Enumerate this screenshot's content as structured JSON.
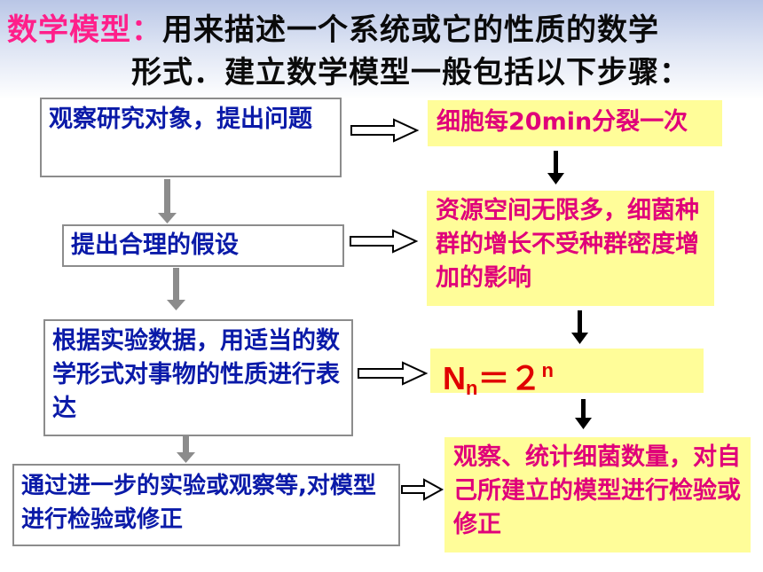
{
  "title": {
    "highlight": "数学模型：",
    "line1_rest": "用来描述一个系统或它的性质的数学",
    "line2": "形式．建立数学模型一般包括以下步骤："
  },
  "left_steps": [
    {
      "text": "观察研究对象，提出问题"
    },
    {
      "text": "提出合理的假设"
    },
    {
      "text": "根据实验数据，用适当的数学形式对事物的性质进行表达"
    },
    {
      "text": "通过进一步的实验或观察等,对模型进行检验或修正"
    }
  ],
  "right_steps": [
    {
      "text": "细胞每20min分裂一次"
    },
    {
      "text": "资源空间无限多，细菌种群的增长不受种群密度增加的影响"
    },
    {
      "formula": {
        "base": "N",
        "sub": "n",
        "eq": "＝２",
        "sup": "n"
      }
    },
    {
      "text": "观察、统计细菌数量，对自己所建立的模型进行检验或修正"
    }
  ],
  "colors": {
    "title_highlight": "#ff1f8a",
    "left_text": "#0a1aa8",
    "right_text": "#e0007a",
    "right_fill": "#fffd99",
    "formula": "#e00000"
  }
}
